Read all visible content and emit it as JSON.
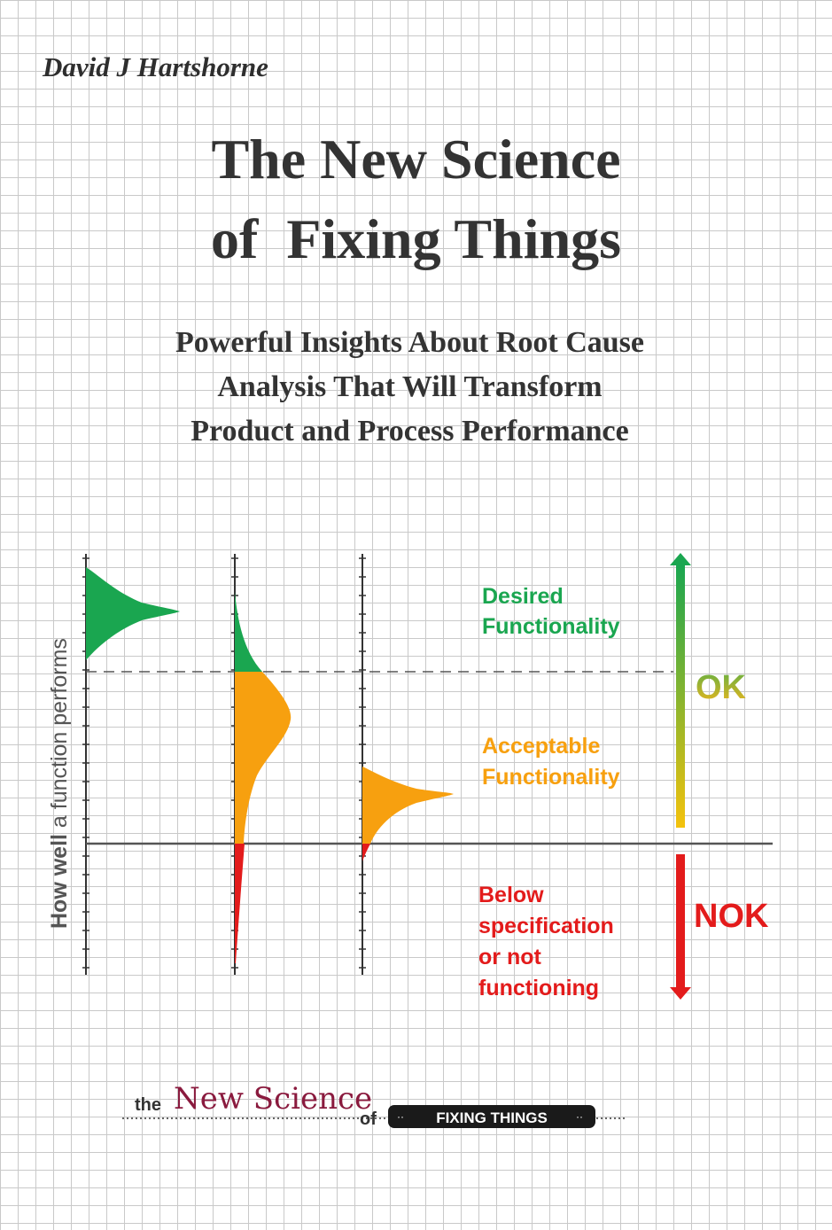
{
  "cover": {
    "author": "David J Hartshorne",
    "title_line1": "The New Science",
    "title_line2": "of  Fixing Things",
    "subtitle_line1": "Powerful Insights About Root Cause",
    "subtitle_line2": "Analysis That Will Transform",
    "subtitle_line3": "Product and Process Performance"
  },
  "figure": {
    "y_axis_bold": "How well",
    "y_axis_rest": " a function performs",
    "desired_line1": "Desired",
    "desired_line2": "Functionality",
    "acceptable_line1": "Acceptable",
    "acceptable_line2": "Functionality",
    "below_line1": "Below",
    "below_line2": "specification",
    "below_line3": "or not",
    "below_line4": "functioning",
    "ok_label": "OK",
    "nok_label": "NOK"
  },
  "colors": {
    "green": "#1aa650",
    "orange": "#f7a00f",
    "red": "#e31b1b",
    "ok_gradient_top": "#1aa650",
    "ok_gradient_bottom": "#f4c20d",
    "brand_magenta": "#8a1a3e"
  },
  "series_logo": {
    "the": "the",
    "new_science": "New Science",
    "of": "of",
    "fixing_things": "FIXING THINGS"
  }
}
